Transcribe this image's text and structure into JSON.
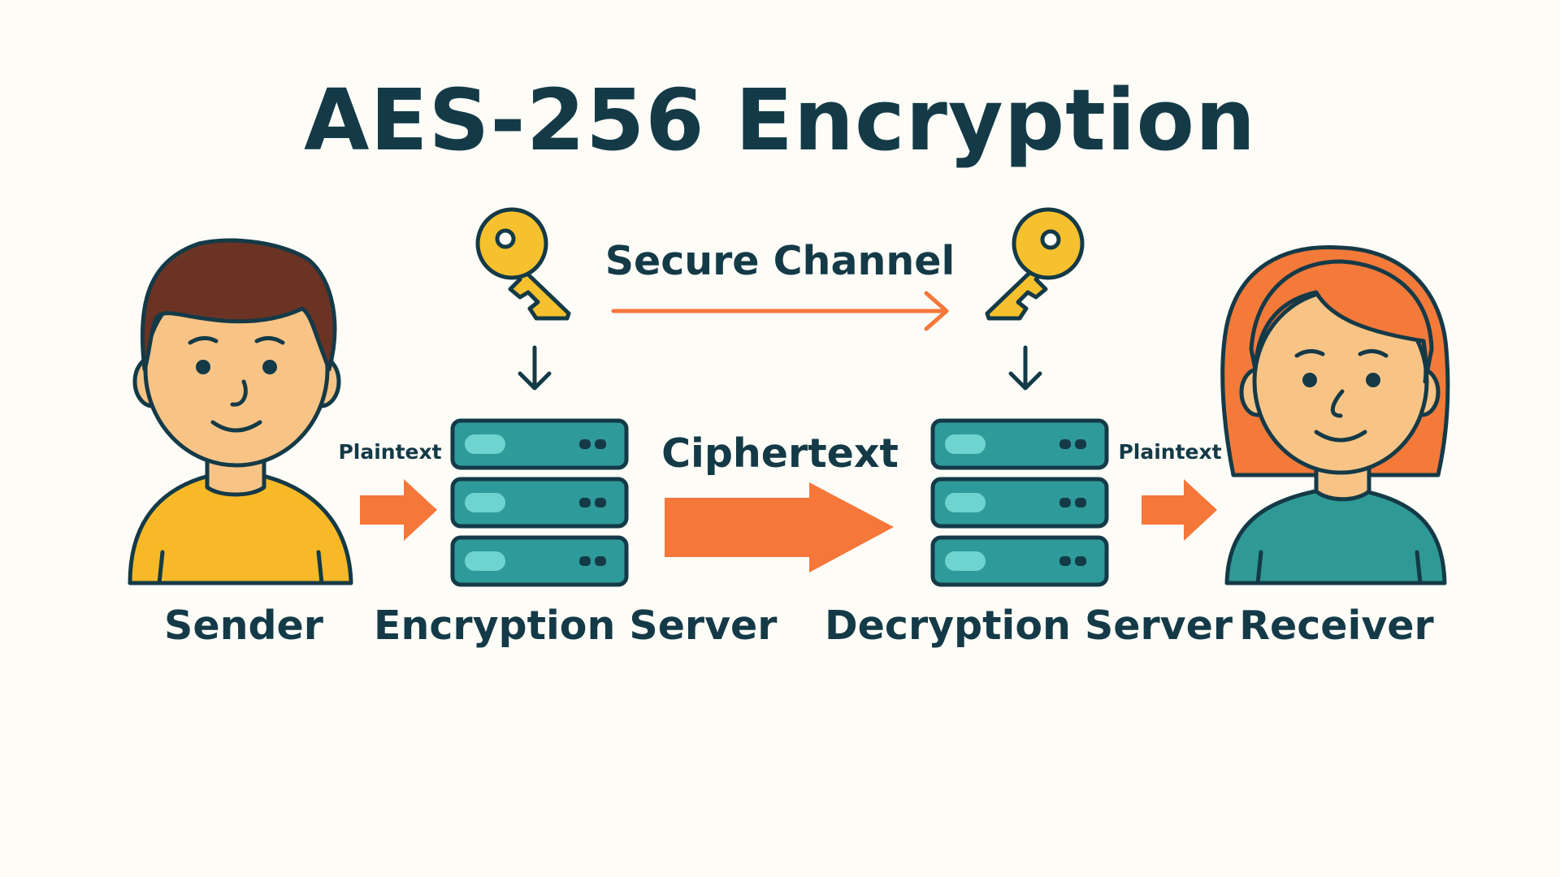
{
  "title": "AES-256 Encryption",
  "nodes": {
    "sender": "Sender",
    "encryption_server": "Encryption Server",
    "decryption_server": "Decryption Server",
    "receiver": "Receiver"
  },
  "edges": {
    "plaintext_in": "Plaintext",
    "ciphertext": "Ciphertext",
    "plaintext_out": "Plaintext",
    "key_channel": "Secure Channel"
  },
  "colors": {
    "ink": "#143a47",
    "arrow": "#f5773a",
    "server": "#2f9a9a",
    "server_light": "#6fd3cf",
    "key": "#f6c12e",
    "sender_hair": "#6b3324",
    "sender_shirt": "#f7b927",
    "receiver_hair": "#f47a3a",
    "receiver_shirt": "#2f9a95",
    "skin": "#f8c486"
  },
  "icons": [
    "person-icon",
    "server-icon",
    "key-icon",
    "arrow-icon"
  ]
}
